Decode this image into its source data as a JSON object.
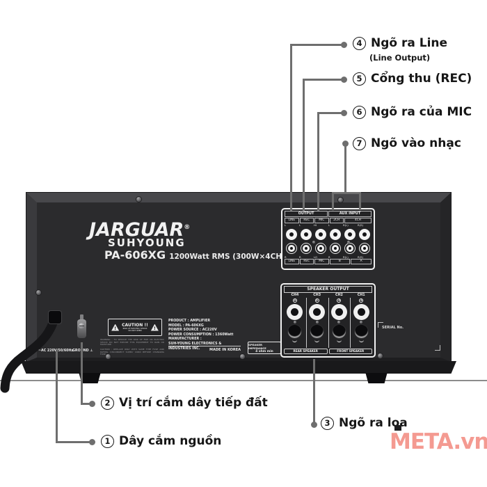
{
  "callouts": {
    "c1": {
      "num": "1",
      "label": "Dây cắm nguồn"
    },
    "c2": {
      "num": "2",
      "label": "Vị trí cắm dây tiếp đất"
    },
    "c3": {
      "num": "3",
      "label": "Ngõ ra loa"
    },
    "c4": {
      "num": "4",
      "label": "Ngõ ra Line",
      "sub": "(Line Output)"
    },
    "c5": {
      "num": "5",
      "label": "Cổng thu (REC)"
    },
    "c6": {
      "num": "6",
      "label": "Ngõ ra của MIC"
    },
    "c7": {
      "num": "7",
      "label": "Ngõ vào nhạc"
    }
  },
  "amplifier": {
    "brand": "JARGUAR",
    "brand_reg": "®",
    "brand_sub": "SUHYOUNG",
    "model": "PA-606XG",
    "power_spec": "1200Watt RMS (300W×4CH)",
    "io_panel": {
      "section_output": "OUTPUT",
      "section_aux": "AUX INPUT",
      "col_tops": [
        "LINE",
        "REC",
        "MIC",
        "2CH",
        "4CH"
      ],
      "top_subs": [
        "L",
        "L",
        "HI",
        "L",
        "R(L)",
        "R(S)"
      ],
      "bot_subs": [
        "R",
        "R",
        "LO",
        "R",
        "R(L)",
        "R(S)"
      ],
      "col_bottoms": [
        "LINE",
        "REC",
        "MIC",
        "B",
        "A"
      ]
    },
    "speaker_panel": {
      "title": "SPEAKER OUTPUT",
      "channels": [
        "CH4",
        "CH3",
        "CH2",
        "CH1"
      ],
      "plus": "+",
      "groups": [
        "REAR SPEAKER",
        "FRONT SPEAKER"
      ]
    },
    "caution": {
      "bang": "!",
      "title": "CAUTION !!",
      "sub1": "RISK OF ELECTRIC SHOCK",
      "sub2": "DO NOT OPEN"
    },
    "fine_print": {
      "warning": "WARNING : TO REDUCE THE RISK OF FIRE OR ELECTRIC SHOCK DO NOT EXPOSE THIS EQUIPMENT TO RAIN OR MOISTURE.",
      "caution": "CAUTION : REPLACE ONLY WITH SAME TYPE FUSE AND RATING. DISCONNECT SUPPLY CORD BEFORE CHANGING FUSE."
    },
    "specs": {
      "lines": [
        "PRODUCT : AMPLIFIER",
        "MODEL : PA-606XG",
        "POWER SOURCE : AC220V",
        "POWER CONSUMPTION : 1360Watt",
        "MANUFACTURER :",
        "SUH-YOUNG ELECTRONICS & INDUSTRIES INC."
      ],
      "origin": "MADE IN KOREA"
    },
    "impedance": {
      "line1": "SPEAKER IMPEDANCE",
      "line2": "4 ohm min"
    },
    "serial": "SERIAL No.",
    "ac_label": "~AC 220V/50/60Hz",
    "ground_label": "GROUND ⊥"
  },
  "watermark": "META.vn",
  "colors": {
    "chassis": "#2b2b2d",
    "leader_line": "#6e6e6e",
    "watermark": "#f49a91",
    "panel_text": "#f0f0f0",
    "callout_text": "#161616"
  }
}
